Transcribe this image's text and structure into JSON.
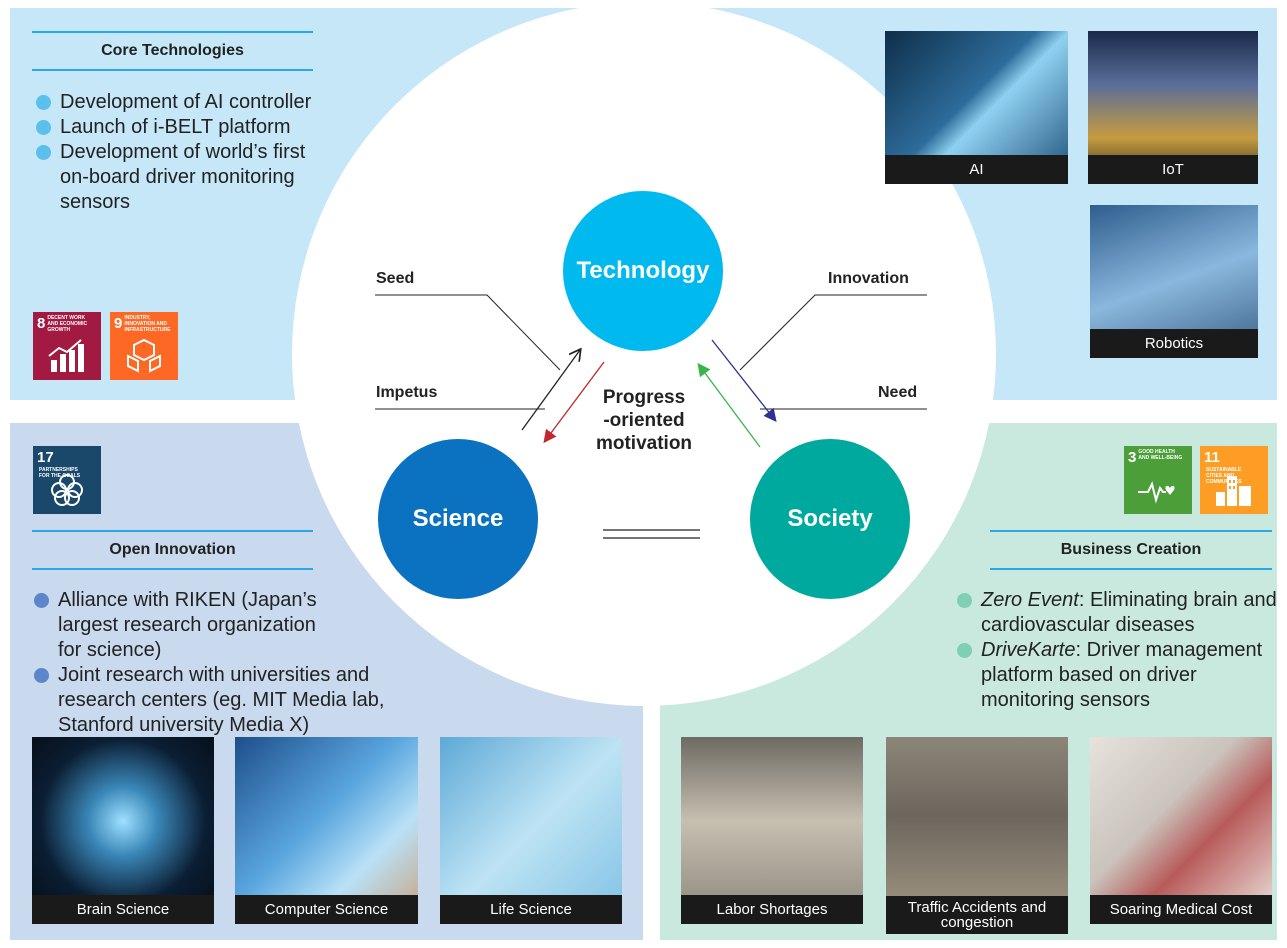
{
  "core": {
    "title": "Core Technologies",
    "items": [
      "Development of AI controller",
      "Launch of i-BELT platform",
      "Development of world’s first on-board driver monitoring sensors"
    ],
    "dot_color": "#5bc0eb"
  },
  "open": {
    "title": "Open Innovation",
    "items": [
      "Alliance with RIKEN (Japan’s largest research organization for science)",
      "Joint research with universities and research centers (eg. MIT Media lab, Stanford university Media X)"
    ],
    "dot_color": "#5b86c9"
  },
  "business": {
    "title": "Business Creation",
    "item1_em": "Zero Event",
    "item1_rest": ": Eliminating brain and cardiovascular diseases",
    "item2_em": "DriveKarte",
    "item2_rest": ": Driver management platform based on driver monitoring sensors",
    "dot_color": "#7fcfb4"
  },
  "circles": {
    "technology": "Technology",
    "science": "Science",
    "society": "Society",
    "center": [
      "Progress",
      "-oriented",
      "motivation"
    ]
  },
  "labels": {
    "seed": "Seed",
    "impetus": "Impetus",
    "innovation": "Innovation",
    "need": "Need"
  },
  "photos": {
    "ai": "AI",
    "iot": "IoT",
    "robotics": "Robotics",
    "brain": "Brain Science",
    "computer": "Computer Science",
    "life": "Life Science",
    "labor": "Labor Shortages",
    "traffic": "Traffic Accidents and congestion",
    "medical": "Soaring Medical Cost"
  },
  "sdgs": {
    "g8": {
      "num": "8",
      "text": "DECENT WORK AND ECONOMIC GROWTH",
      "color": "#a21942"
    },
    "g9": {
      "num": "9",
      "text": "INDUSTRY, INNOVATION AND INFRASTRUCTURE",
      "color": "#fd6925"
    },
    "g17": {
      "num": "17",
      "text": "PARTNERSHIPS FOR THE GOALS",
      "color": "#19486a"
    },
    "g3": {
      "num": "3",
      "text": "GOOD HEALTH AND WELL-BEING",
      "color": "#4c9f38"
    },
    "g11": {
      "num": "11",
      "text": "SUSTAINABLE CITIES AND COMMUNITIES",
      "color": "#fd9d24"
    }
  }
}
